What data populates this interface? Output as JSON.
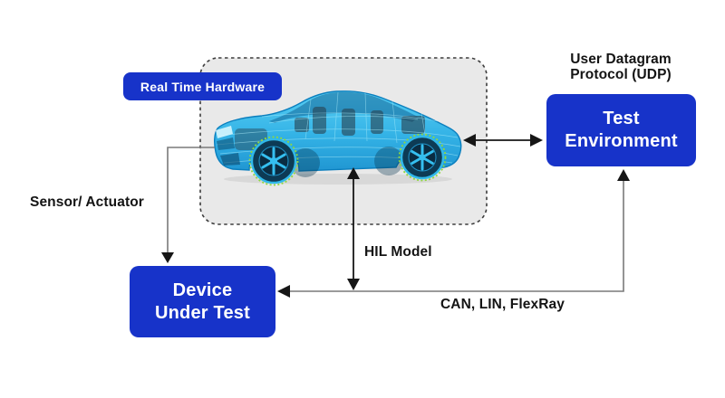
{
  "colors": {
    "accent_blue": "#1733C9",
    "panel_fill": "#E9E9E9",
    "panel_border": "#3D3D3D",
    "connector_gray": "#7A7A7A",
    "arrow_black": "#161616",
    "car_cyan": "#24AEE6",
    "wheel_ring_green": "#8FD83F",
    "label_text": "#141414",
    "node_text": "#FFFFFF"
  },
  "badge": {
    "label": "Real Time Hardware"
  },
  "panel": {
    "illustration": "car-wireframe"
  },
  "nodes": {
    "test_environment": {
      "label": "Test Environment",
      "lines": [
        "Test",
        "Environment"
      ]
    },
    "device_under_test": {
      "label": "Device Under Test",
      "lines": [
        "Device",
        "Under Test"
      ]
    }
  },
  "labels": {
    "udp": {
      "label": "User Datagram Protocol (UDP)",
      "lines": [
        "User Datagram",
        "Protocol (UDP)"
      ]
    },
    "sensor_actuator": "Sensor/ Actuator",
    "hil_model": "HIL Model",
    "can_lin_flexray": "CAN, LIN, FlexRay"
  }
}
